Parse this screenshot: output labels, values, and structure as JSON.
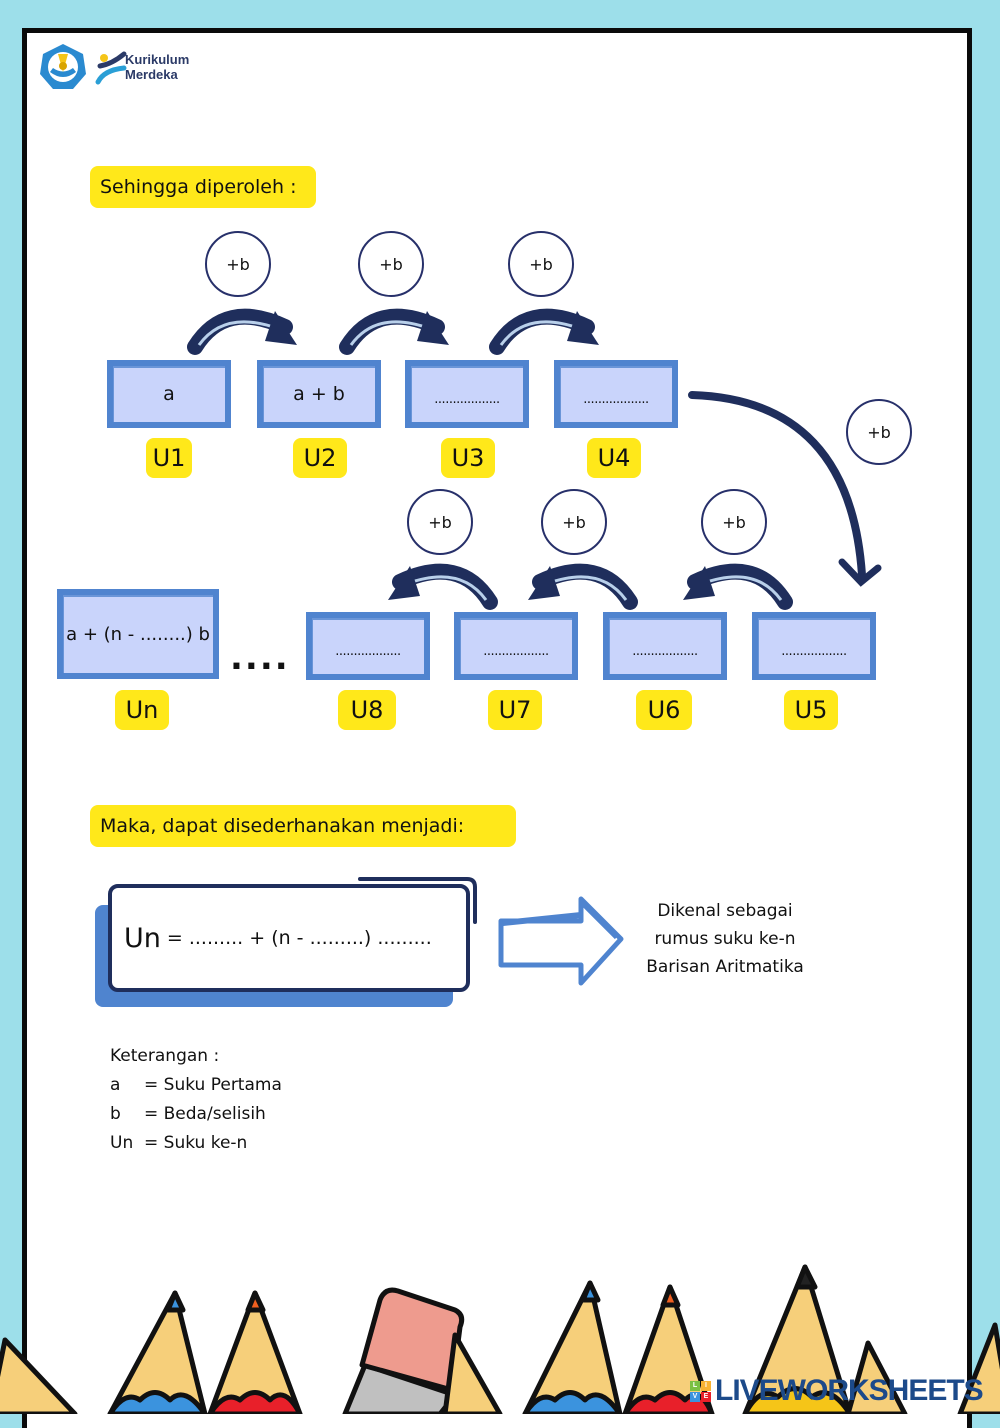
{
  "header": {
    "logo_line1": "Kurikulum",
    "logo_line2": "Merdeka"
  },
  "section1": {
    "heading": "Sehingga diperoleh :"
  },
  "operator_label": "+b",
  "sequence_top": [
    {
      "value": "a",
      "label": "U1"
    },
    {
      "value": "a + b",
      "label": "U2"
    },
    {
      "value": "..................",
      "label": "U3"
    },
    {
      "value": "..................",
      "label": "U4"
    }
  ],
  "sequence_bottom": [
    {
      "value": "..................",
      "label": "U5"
    },
    {
      "value": "..................",
      "label": "U6"
    },
    {
      "value": "..................",
      "label": "U7"
    },
    {
      "value": "..................",
      "label": "U8"
    }
  ],
  "general_term": {
    "value": "a + (n - ........) b",
    "label": "Un"
  },
  "ellipsis": "....",
  "section2": {
    "heading": "Maka, dapat disederhanakan menjadi:"
  },
  "formula": {
    "lhs": "Un",
    "rhs": "= ......... + (n - .........) ........."
  },
  "description": {
    "line1": "Dikenal sebagai",
    "line2": "rumus suku ke-n",
    "line3": "Barisan Aritmatika"
  },
  "legend": {
    "title": "Keterangan :",
    "items": [
      {
        "key": "a",
        "value": "= Suku Pertama"
      },
      {
        "key": "b",
        "value": "= Beda/selisih"
      },
      {
        "key": "Un",
        "value": "= Suku ke-n"
      }
    ]
  },
  "footer": {
    "watermark": "LIVEWORKSHEETS",
    "watermark_logo": [
      "L",
      "I",
      "V",
      "E"
    ]
  },
  "colors": {
    "highlight": "#ffe81a",
    "box_fill": "#c9d4fb",
    "box_border": "#5084cf",
    "arrow": "#1f2e5c",
    "background": "#9ddfea"
  }
}
